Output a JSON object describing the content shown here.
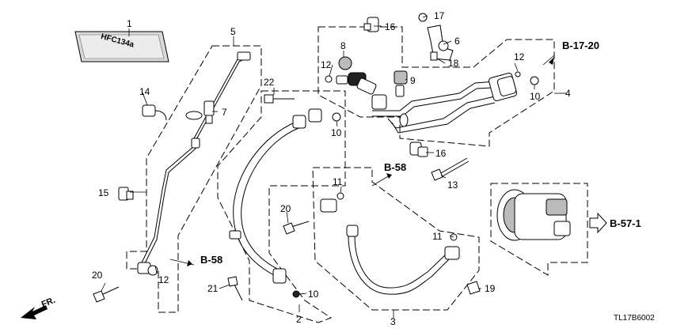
{
  "diagram": {
    "label_plate_text": "HFC134a",
    "part_numbers": {
      "p1": "1",
      "p2": "2",
      "p3": "3",
      "p4": "4",
      "p5": "5",
      "p6": "6",
      "p7": "7",
      "p8": "8",
      "p9": "9",
      "p10a": "10",
      "p10b": "10",
      "p10c": "10",
      "p11a": "11",
      "p11b": "11",
      "p12a": "12",
      "p12b": "12",
      "p12c": "12",
      "p13": "13",
      "p14": "14",
      "p15": "15",
      "p16a": "16",
      "p16b": "16",
      "p17": "17",
      "p18": "18",
      "p19": "19",
      "p20a": "20",
      "p20b": "20",
      "p21": "21",
      "p22": "22"
    },
    "references": {
      "b17_20": "B-17-20",
      "b58_top": "B-58",
      "b58_bottom": "B-58",
      "b57_1": "B-57-1"
    },
    "direction_label": "FR.",
    "diagram_code": "TL17B6002"
  }
}
